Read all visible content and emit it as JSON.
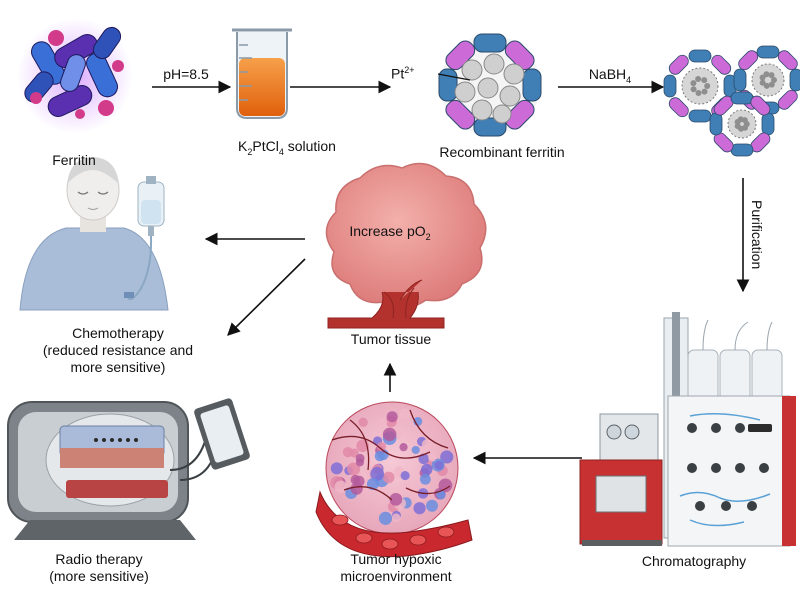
{
  "labels": {
    "ferritin": "Ferritin",
    "ph": "pH=8.5",
    "k2ptcl4": {
      "main": "K",
      "s1": "2",
      "mid": "PtCl",
      "s2": "4",
      "tail": " solution"
    },
    "pt2": {
      "main": "Pt",
      "sup": "2+"
    },
    "recombinant": "Recombinant ferritin",
    "nabh4": {
      "main": "NaBH",
      "sub": "4"
    },
    "purification": "Purification",
    "increase_po2": {
      "main": "Increase pO",
      "sub": "2"
    },
    "tumor_tissue": "Tumor tissue",
    "chemotherapy": [
      "Chemotherapy",
      "(reduced resistance and",
      "more sensitive)"
    ],
    "radiotherapy": [
      "Radio therapy",
      "(more sensitive)"
    ],
    "hypoxic": [
      "Tumor hypoxic",
      "microenvironment"
    ],
    "chromatography": "Chromatography"
  },
  "icons": [
    "ferritin-protein-icon",
    "beaker-icon",
    "recombinant-ferritin-icon",
    "pt-nanoparticle-icon",
    "patient-iv-icon",
    "tumor-icon",
    "radiotherapy-machine-icon",
    "hypoxic-tissue-icon",
    "chromatography-instrument-icon"
  ],
  "colors": {
    "ferritin_blue": "#3a6fd8",
    "ferritin_purple": "#5a2fb0",
    "ferritin_pink": "#d23a8a",
    "shell_blue": "#3f7fb6",
    "shell_magenta": "#cc6ad8",
    "beaker_orange": "#f0781e",
    "tumor_pink": "#e98f8f",
    "vessel_red": "#b3322e",
    "instrument_red": "#c73131",
    "arrow": "#111111"
  }
}
